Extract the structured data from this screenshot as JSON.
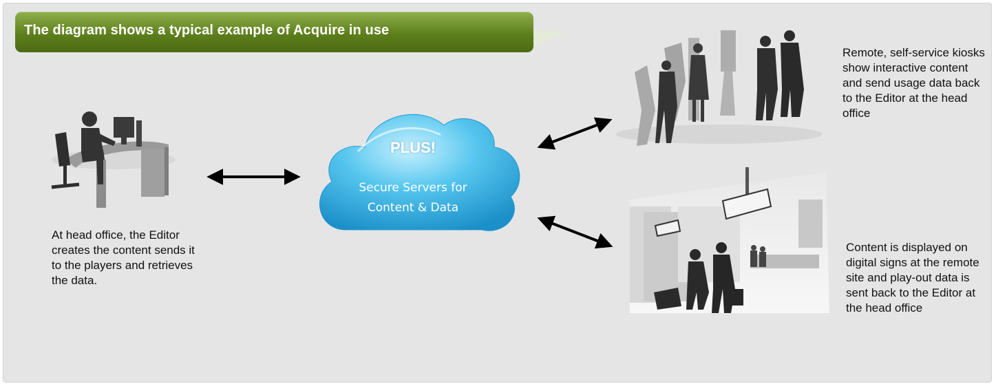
{
  "header": {
    "title": "The diagram shows a typical example of Acquire in use",
    "accent_color": "#5e7f1d"
  },
  "cloud": {
    "headline": "PLUS!",
    "line1": "Secure Servers for",
    "line2": "Content & Data",
    "color": "#3fb8e8"
  },
  "captions": {
    "head_office": "At head office, the Editor creates the content sends it to the players and retrieves the data.",
    "kiosks": "Remote, self-service kiosks show interactive content and send usage data back to the Editor at the head office",
    "signs": "Content is displayed on digital signs at the remote site and play-out data is sent back to the Editor at the head office"
  },
  "icons": [
    "office-worker-icon",
    "kiosk-people-icon",
    "airport-signage-icon",
    "double-arrow-icon",
    "cloud-icon"
  ]
}
